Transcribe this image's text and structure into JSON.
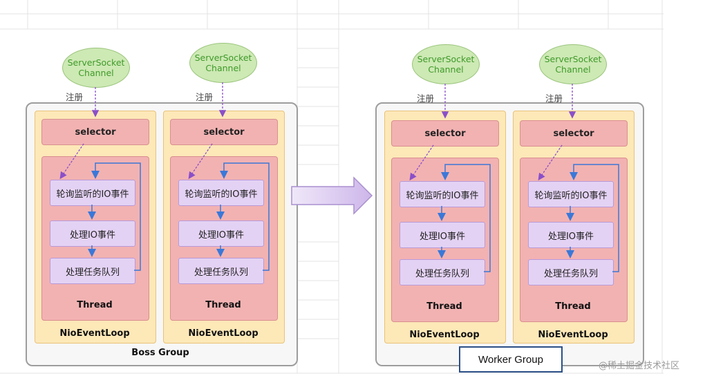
{
  "boss_group": {
    "label": "Boss Group",
    "loops": [
      {
        "channel_line1": "ServerSocket",
        "channel_line2": "Channel",
        "register": "注册",
        "selector": "selector",
        "steps": [
          "轮询监听的IO事件",
          "处理IO事件",
          "处理任务队列"
        ],
        "thread": "Thread",
        "loop_label": "NioEventLoop"
      },
      {
        "channel_line1": "ServerSocket",
        "channel_line2": "Channel",
        "register": "注册",
        "selector": "selector",
        "steps": [
          "轮询监听的IO事件",
          "处理IO事件",
          "处理任务队列"
        ],
        "thread": "Thread",
        "loop_label": "NioEventLoop"
      }
    ]
  },
  "worker_group": {
    "label": "Worker Group",
    "loops": [
      {
        "channel_line1": "ServerSocket",
        "channel_line2": "Channel",
        "register": "注册",
        "selector": "selector",
        "steps": [
          "轮询监听的IO事件",
          "处理IO事件",
          "处理任务队列"
        ],
        "thread": "Thread",
        "loop_label": "NioEventLoop"
      },
      {
        "channel_line1": "ServerSocket",
        "channel_line2": "Channel",
        "register": "注册",
        "selector": "selector",
        "steps": [
          "轮询监听的IO事件",
          "处理IO事件",
          "处理任务队列"
        ],
        "thread": "Thread",
        "loop_label": "NioEventLoop"
      }
    ]
  },
  "watermark": "@稀土掘金技术社区",
  "colors": {
    "group_border": "#9d9d9d",
    "loop_fill": "#fde8b8",
    "thread_fill": "#f2b2b2",
    "step_fill": "#e4d2f4",
    "channel_fill": "#cde9b4",
    "flow_arrow": "#3a78d8",
    "register_arrow": "#8a4fc9",
    "transfer_arrow": "#c9b3e6"
  }
}
